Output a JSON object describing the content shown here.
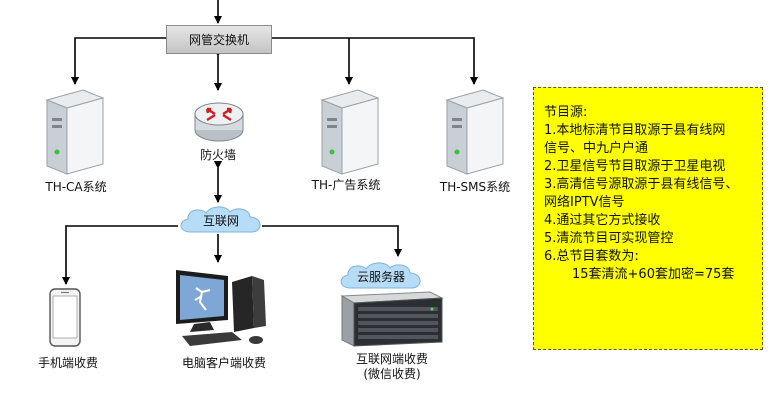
{
  "diagram": {
    "switch": "网管交换机",
    "firewall": "防火墙",
    "ca": "TH-CA系统",
    "ad": "TH-广告系统",
    "sms": "TH-SMS系统",
    "internet": "互联网",
    "cloud_server": "云服务器",
    "mobile": "手机端收费",
    "pc": "电脑客户端收费",
    "web_line1": "互联网端收费",
    "web_line2": "(微信收费)"
  },
  "notes": {
    "title": "节目源:",
    "items": [
      "1.本地标清节目取源于县有线网",
      "信号、中九户户通",
      "2.卫星信号节目取源于卫星电视",
      "3.高清信号源取源于县有线信号、",
      "网络IPTV信号",
      "4.通过其它方式接收",
      "5.清流节目可实现管控",
      "6.总节目套数为:",
      "15套清流+60套加密=75套"
    ]
  },
  "colors": {
    "note_bg": "#ffff00",
    "cloud_fill": "#b7dcf7",
    "arrow": "#000000"
  }
}
